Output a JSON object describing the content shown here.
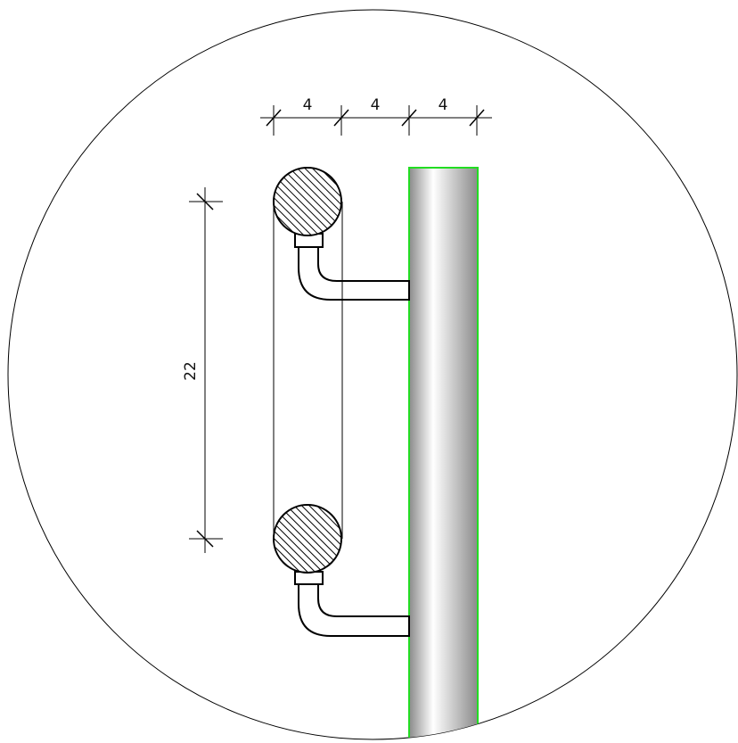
{
  "drawing": {
    "dimensions": {
      "horizontal": [
        "4",
        "4",
        "4"
      ],
      "vertical": "22"
    },
    "colors": {
      "line": "#000000",
      "post_outline": "#22dd22",
      "post_dark": "#8a8a8a",
      "post_light": "#ffffff",
      "hatch": "#000000"
    }
  }
}
